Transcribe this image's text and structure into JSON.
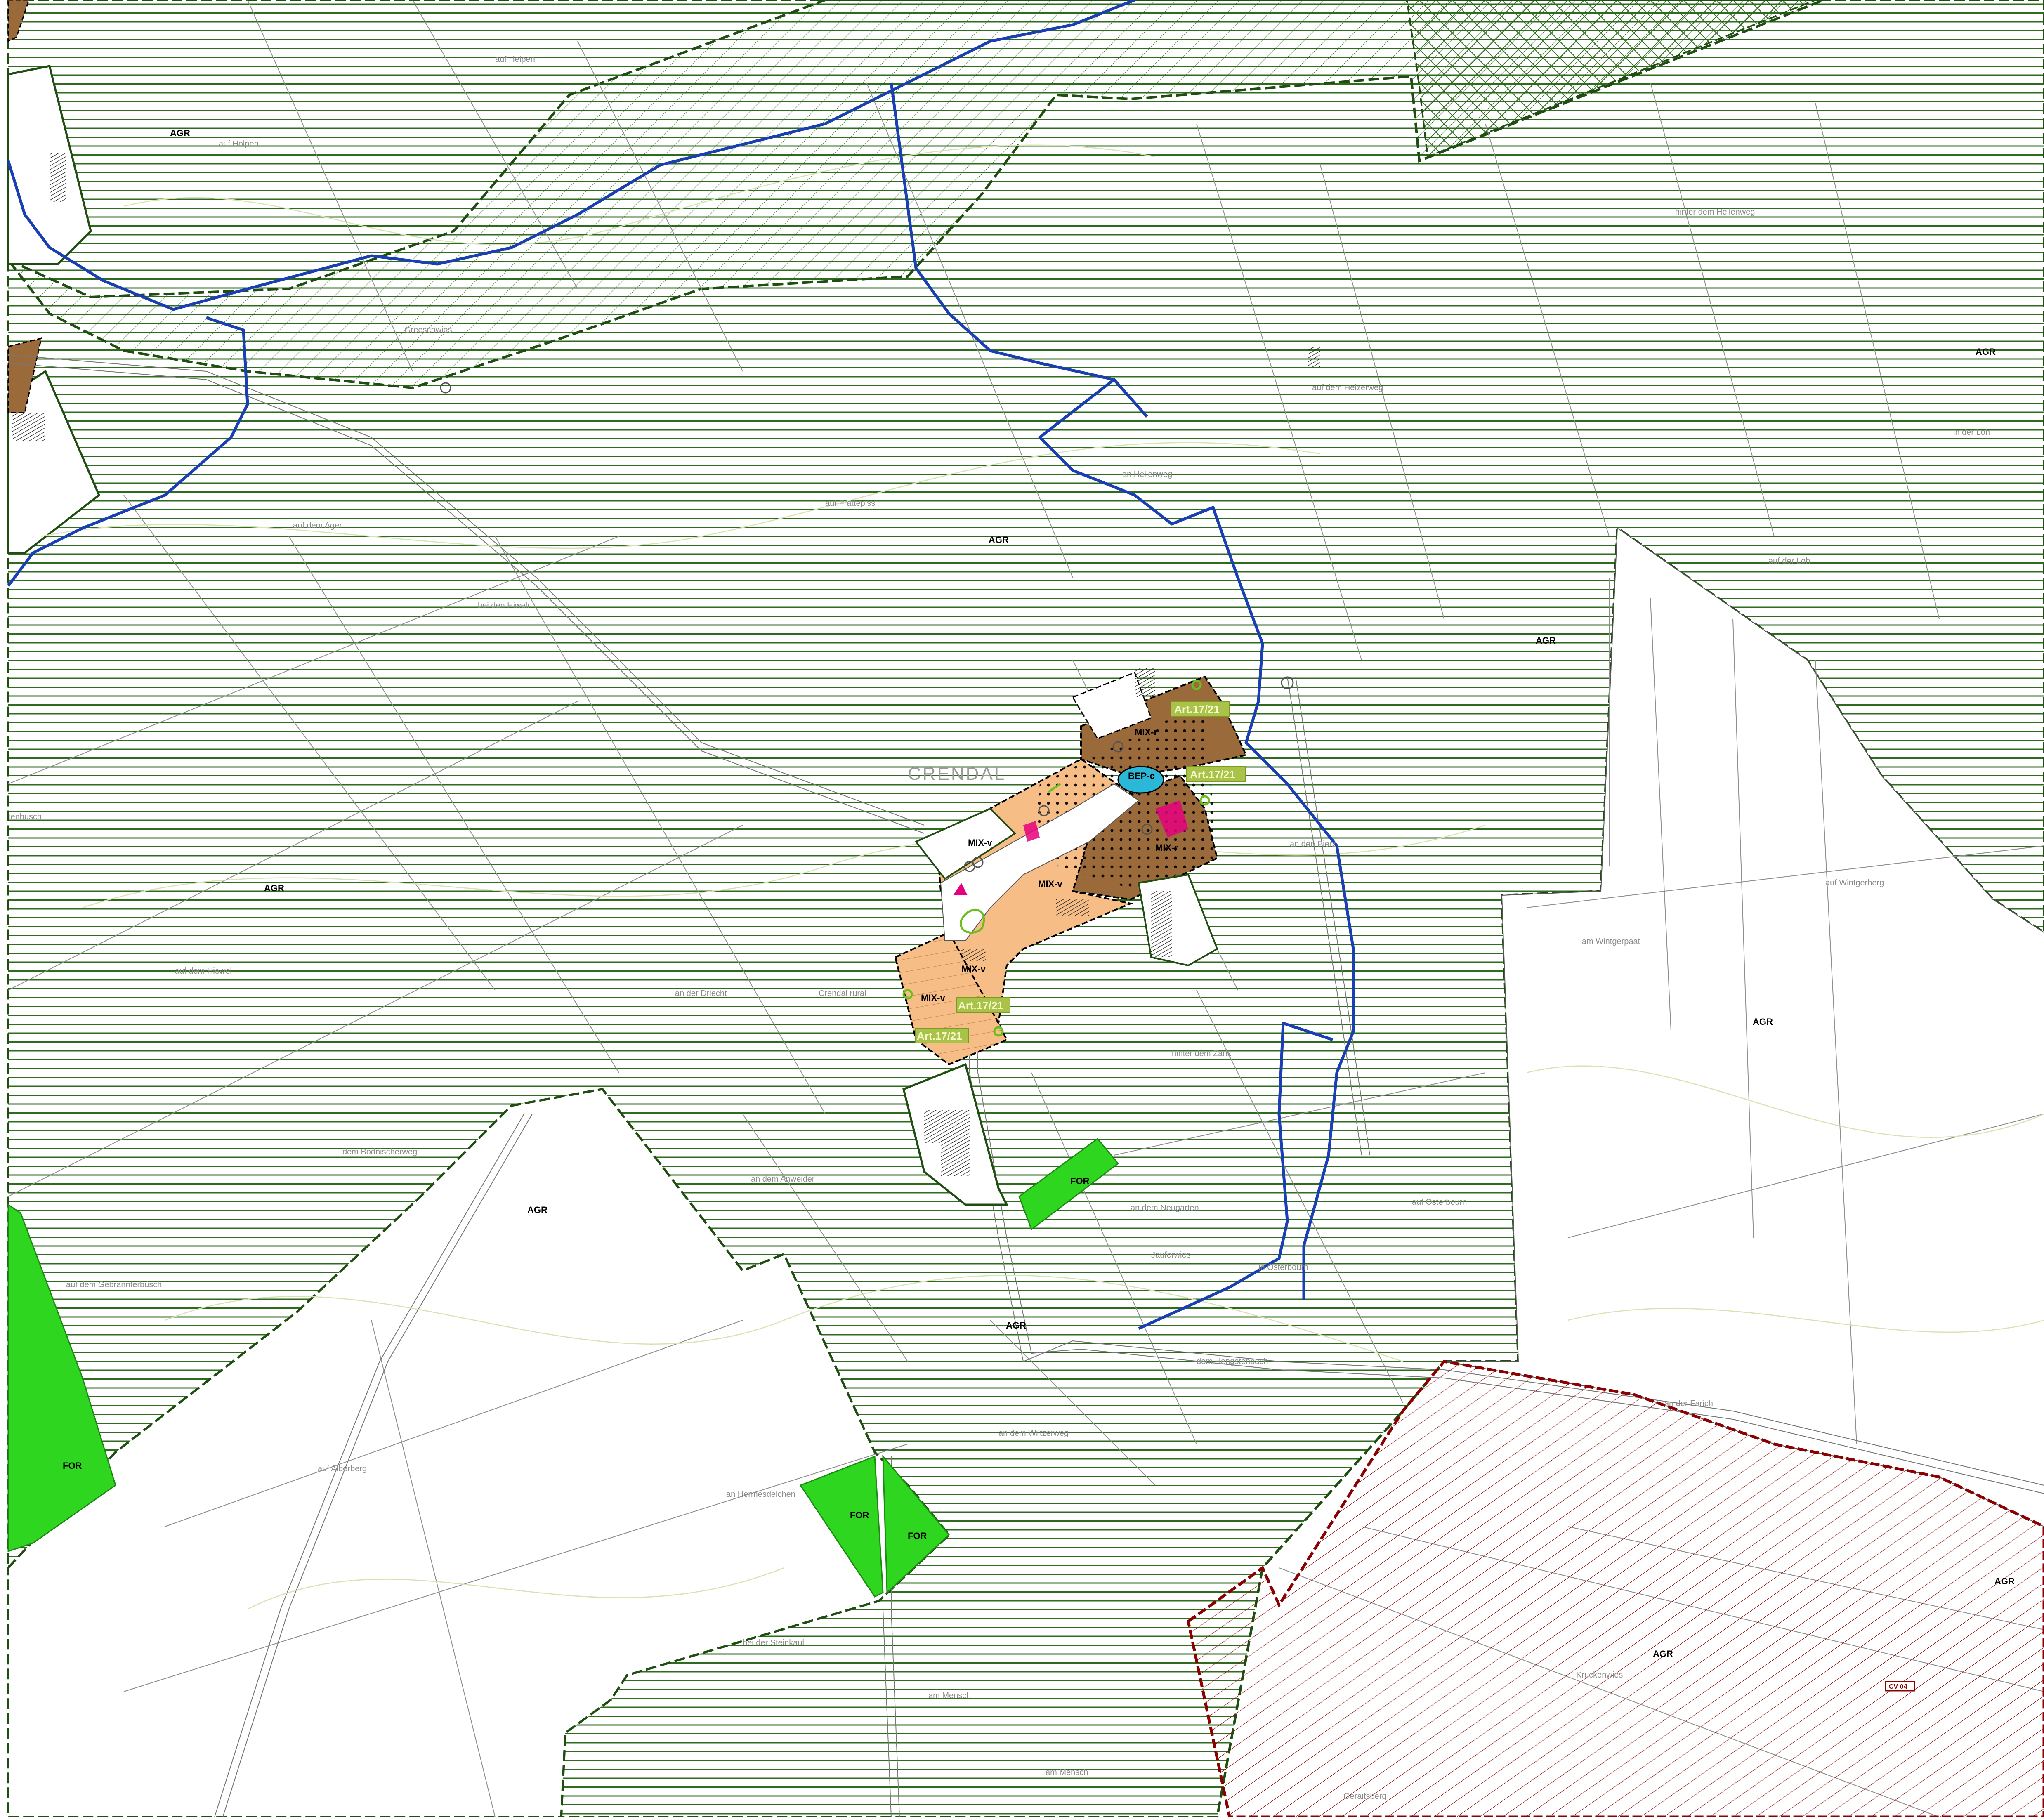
{
  "village_name": "CRENDAL",
  "zone_codes": {
    "agr": "AGR",
    "for": "FOR",
    "mix_v": "MIX-v",
    "mix_r": "MIX-r",
    "bep": "BEP-c",
    "art": "Art.17/21",
    "cv": "CV 04"
  },
  "place_names": [
    "auf Heipen",
    "auf Holpen",
    "hinter dem Hellenweg",
    "in der Loh",
    "auf der Loh",
    "auf dem Ager",
    "bei den Hiweln",
    "Crendal",
    "an den Pierz",
    "auf Wintgerberg",
    "am Wintgerpaat",
    "auf dem Hiewel",
    "an der Driecht",
    "Crendal rural",
    "hinter dem Zank",
    "dem Bodnischerweg",
    "an dem Anweider",
    "an dem Neugarten",
    "Jauferwies",
    "in Osterbourn",
    "auf Osterbourn",
    "auf dem Gebrannterbüsch",
    "dem Hengstenbach",
    "an der Farich",
    "an dem Wiltzerweg",
    "auf Alberberg",
    "an Hermesdelchen",
    "bei der Steinkaul",
    "am Mensch",
    "Geraitsberg",
    "Kruckenwies",
    "tenbusch",
    "auf dem Helzerweg",
    "an Hellenweg",
    "Greeschwies",
    "auf Frattepiss"
  ],
  "colors": {
    "agri_hatch": "#2e6b1e",
    "agri_border": "#1f4d12",
    "forest": "#2fd61f",
    "forest_border": "#1d8a14",
    "mix_v": "#f7bd86",
    "mix_r": "#9b6a3b",
    "bep": "#2ab7d8",
    "art_box": "#a8c24a",
    "water": "#1a3fb3",
    "red_zone": "#8b0000",
    "pink": "#e6007e",
    "parcel": "#9a9a9a",
    "contour": "#d7e3b3"
  }
}
